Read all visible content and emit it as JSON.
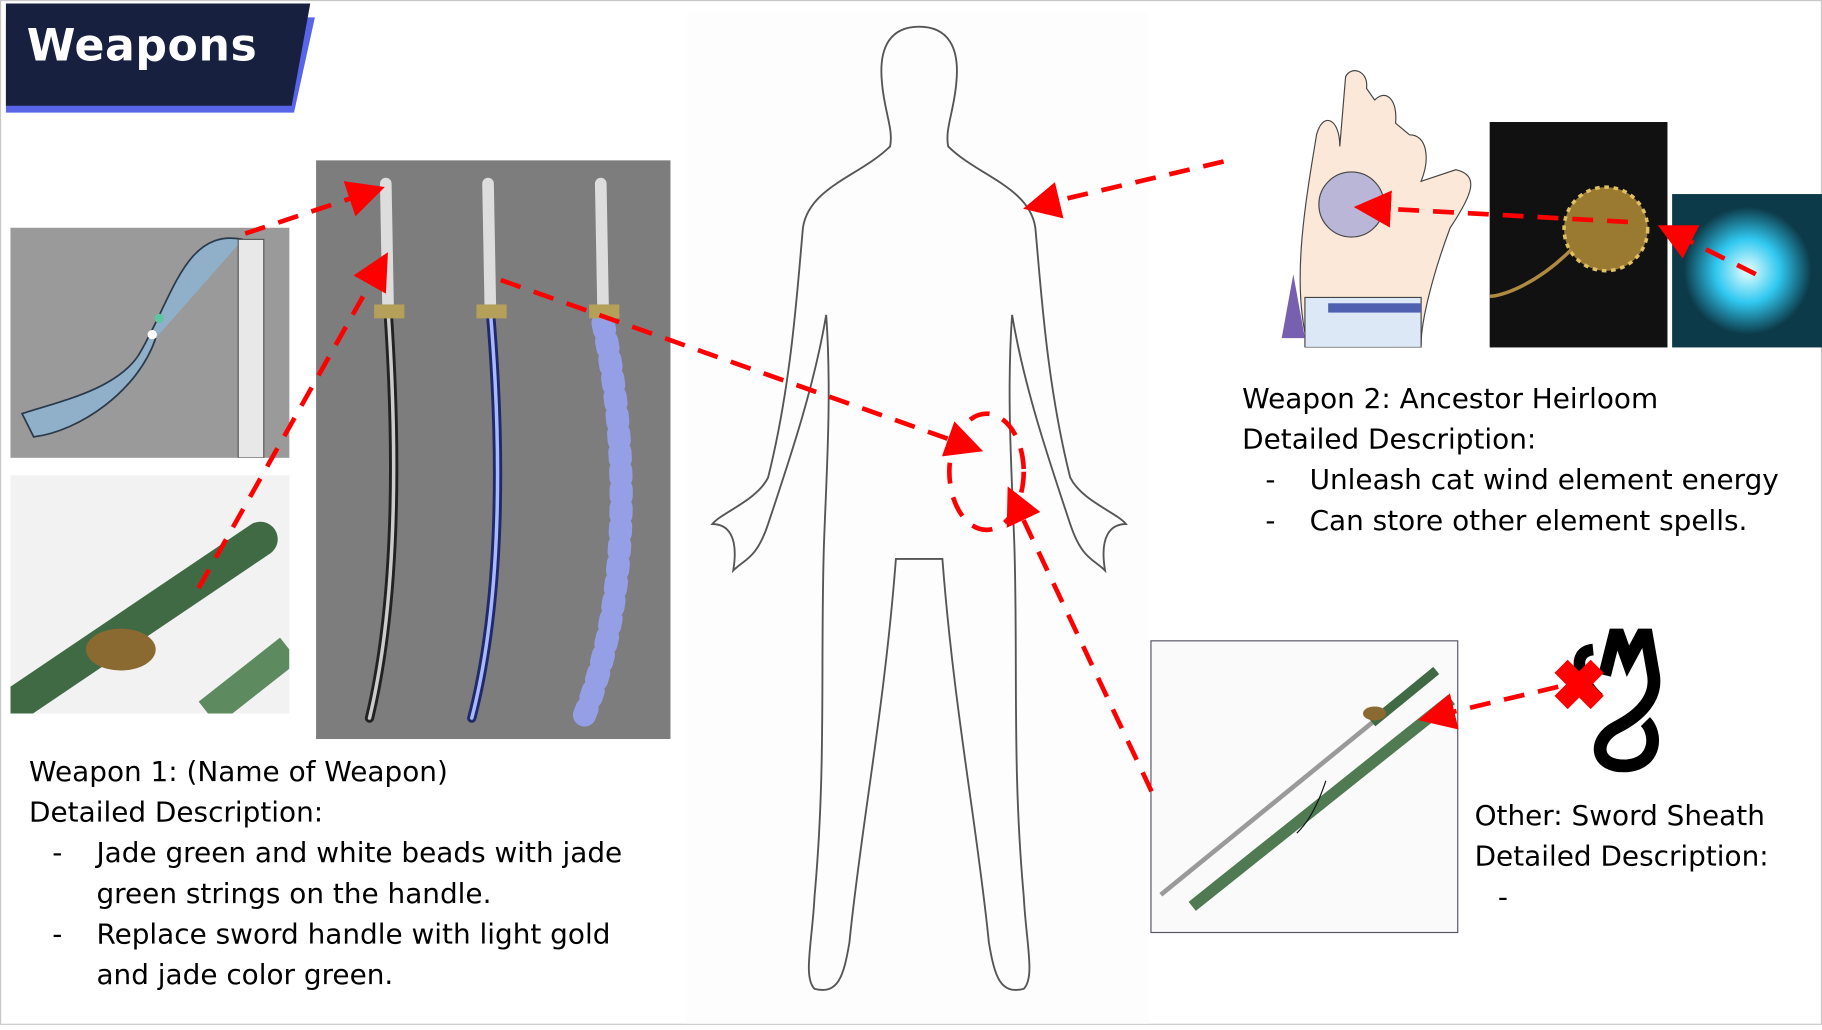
{
  "header": {
    "title": "Weapons"
  },
  "weapon1": {
    "heading": "Weapon 1: (Name of Weapon)",
    "subheading": "Detailed Description:",
    "bullets": [
      {
        "dash": "-",
        "line1": "Jade green and white beads with jade",
        "line2": "green strings on the handle."
      },
      {
        "dash": "-",
        "line1": "Replace sword handle with light gold",
        "line2": "and jade color green."
      }
    ]
  },
  "weapon2": {
    "heading": "Weapon 2: Ancestor Heirloom",
    "subheading": "Detailed Description:",
    "bullets": [
      {
        "dash": "-",
        "text": "Unleash cat wind element energy"
      },
      {
        "dash": "-",
        "text": "Can store other element spells."
      }
    ]
  },
  "other": {
    "heading": "Other: Sword Sheath",
    "subheading": "Detailed Description:",
    "bullets": [
      {
        "dash": "-",
        "text": ""
      }
    ]
  },
  "colors": {
    "navy": "#17203f",
    "accent": "#5865e8",
    "arrow": "#ff0000"
  }
}
